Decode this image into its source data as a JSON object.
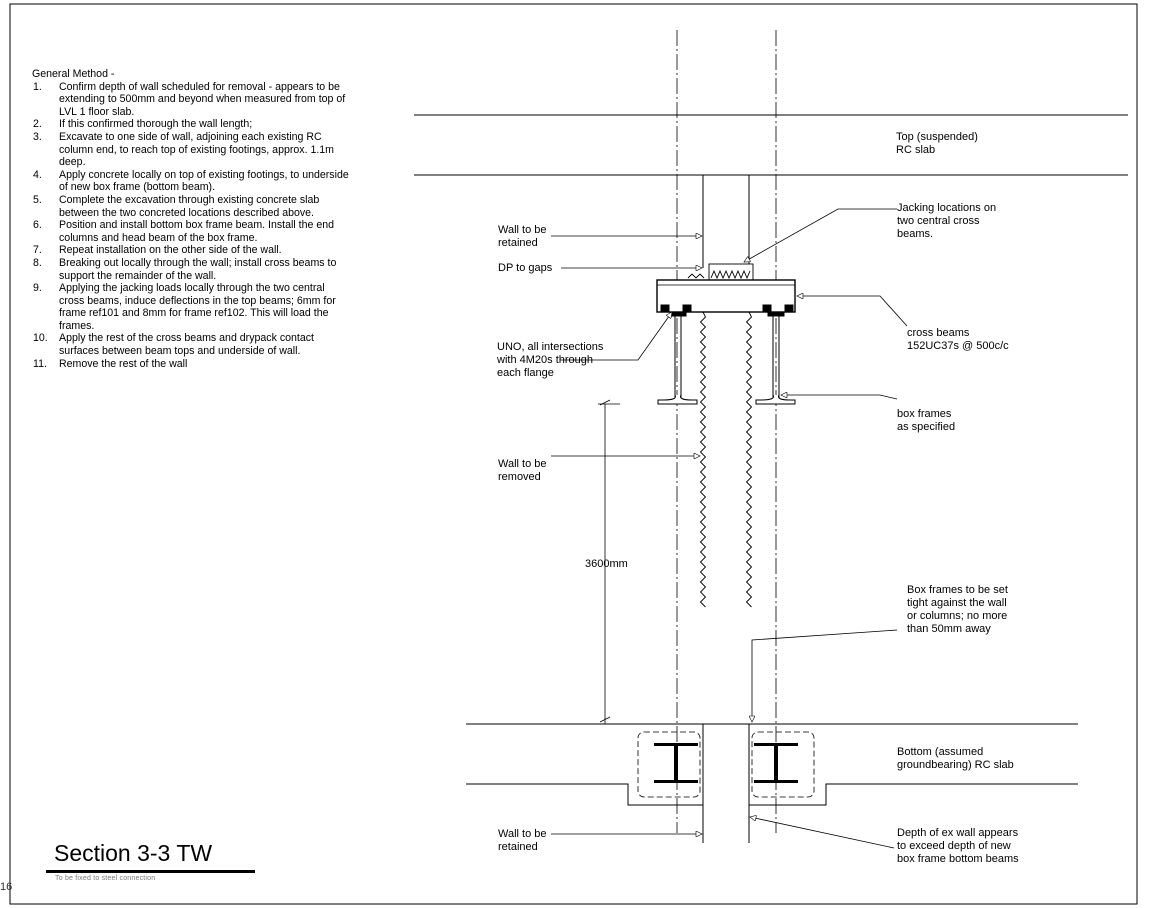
{
  "method": {
    "heading": "General Method -",
    "steps": [
      {
        "num": "1.",
        "text": "Confirm depth of wall scheduled for removal - appears to be extending to 500mm and beyond when measured from top of LVL 1 floor slab."
      },
      {
        "num": "2.",
        "text": "If this confirmed thorough the wall length;"
      },
      {
        "num": "3.",
        "text": "Excavate to one side of wall, adjoining each existing RC column end, to reach top of existing footings, approx. 1.1m deep."
      },
      {
        "num": "4.",
        "text": "Apply concrete locally on top of existing footings, to underside of new box frame (bottom beam)."
      },
      {
        "num": "5.",
        "text": "Complete the excavation through existing concrete slab between the two concreted locations described above."
      },
      {
        "num": "6.",
        "text": "Position and install bottom box frame beam.  Install the end columns and head beam of the box frame."
      },
      {
        "num": "7.",
        "text": "Repeat installation on the other side of the wall."
      },
      {
        "num": "8.",
        "text": "Breaking out locally through the wall; install cross beams to support the remainder of the wall."
      },
      {
        "num": "9.",
        "text": "Applying the jacking loads locally through the two central cross beams, induce deflections in the top beams; 6mm for frame ref101 and 8mm for frame ref102.  This will load the frames."
      },
      {
        "num": "10.",
        "text": "Apply the rest of the cross beams and drypack contact surfaces between beam tops and underside of wall."
      },
      {
        "num": "11.",
        "text": "Remove the rest of the wall"
      }
    ]
  },
  "labels": {
    "top_slab": "Top (suspended)\nRC slab",
    "jacking": "Jacking locations on\ntwo central cross\nbeams.",
    "wall_retained_top": "Wall to be\nretained",
    "dp_gaps": "DP to gaps",
    "cross_beams": "cross beams\n152UC37s @ 500c/c",
    "uno": "UNO, all intersections\nwith 4M20s through\neach flange",
    "box_frames": "box frames\nas specified",
    "wall_removed": "Wall to be\nremoved",
    "dimension": "3600mm",
    "box_set_tight": "Box frames to be set\ntight against the wall\nor columns; no more\nthan 50mm away",
    "bottom_slab": "Bottom  (assumed\ngroundbearing) RC slab",
    "wall_retained_bottom": "Wall to be\nretained",
    "depth_note": "Depth of ex wall appears\nto exceed depth of new\nbox frame bottom beams"
  },
  "title": "Section 3-3 TW",
  "subtitle": "To be fixed to steel connection",
  "sheet_no": "16"
}
